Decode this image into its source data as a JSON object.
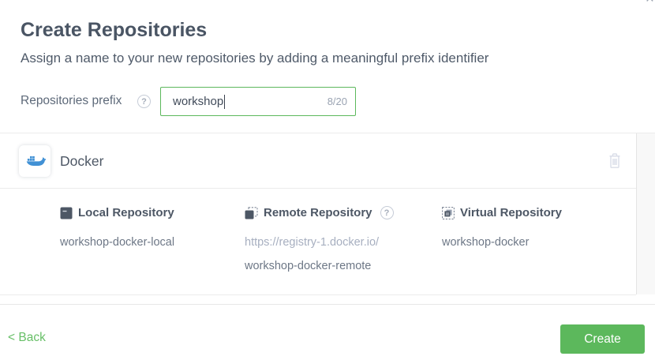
{
  "modal": {
    "title": "Create Repositories",
    "subtitle": "Assign a name to your new repositories by adding a meaningful prefix identifier"
  },
  "icons": {
    "close_glyph": "×",
    "help_glyph": "?"
  },
  "prefix": {
    "label": "Repositories prefix",
    "value": "workshop",
    "counter": "8/20",
    "max_length": 20
  },
  "package": {
    "name": "Docker",
    "repos": [
      {
        "type": "Local Repository",
        "value": "workshop-docker-local"
      },
      {
        "type": "Remote Repository",
        "url": "https://registry-1.docker.io/",
        "value": "workshop-docker-remote"
      },
      {
        "type": "Virtual Repository",
        "value": "workshop-docker"
      }
    ]
  },
  "footer": {
    "back_label": "< Back",
    "create_label": "Create"
  },
  "colors": {
    "accent_green": "#5cb85c",
    "link_green": "#67bf67",
    "docker_blue": "#4191d5",
    "heading_text": "#4a5564",
    "muted_text": "#6d7786",
    "light_muted_text": "#a7afc0",
    "trash_icon": "#d9dde8"
  }
}
